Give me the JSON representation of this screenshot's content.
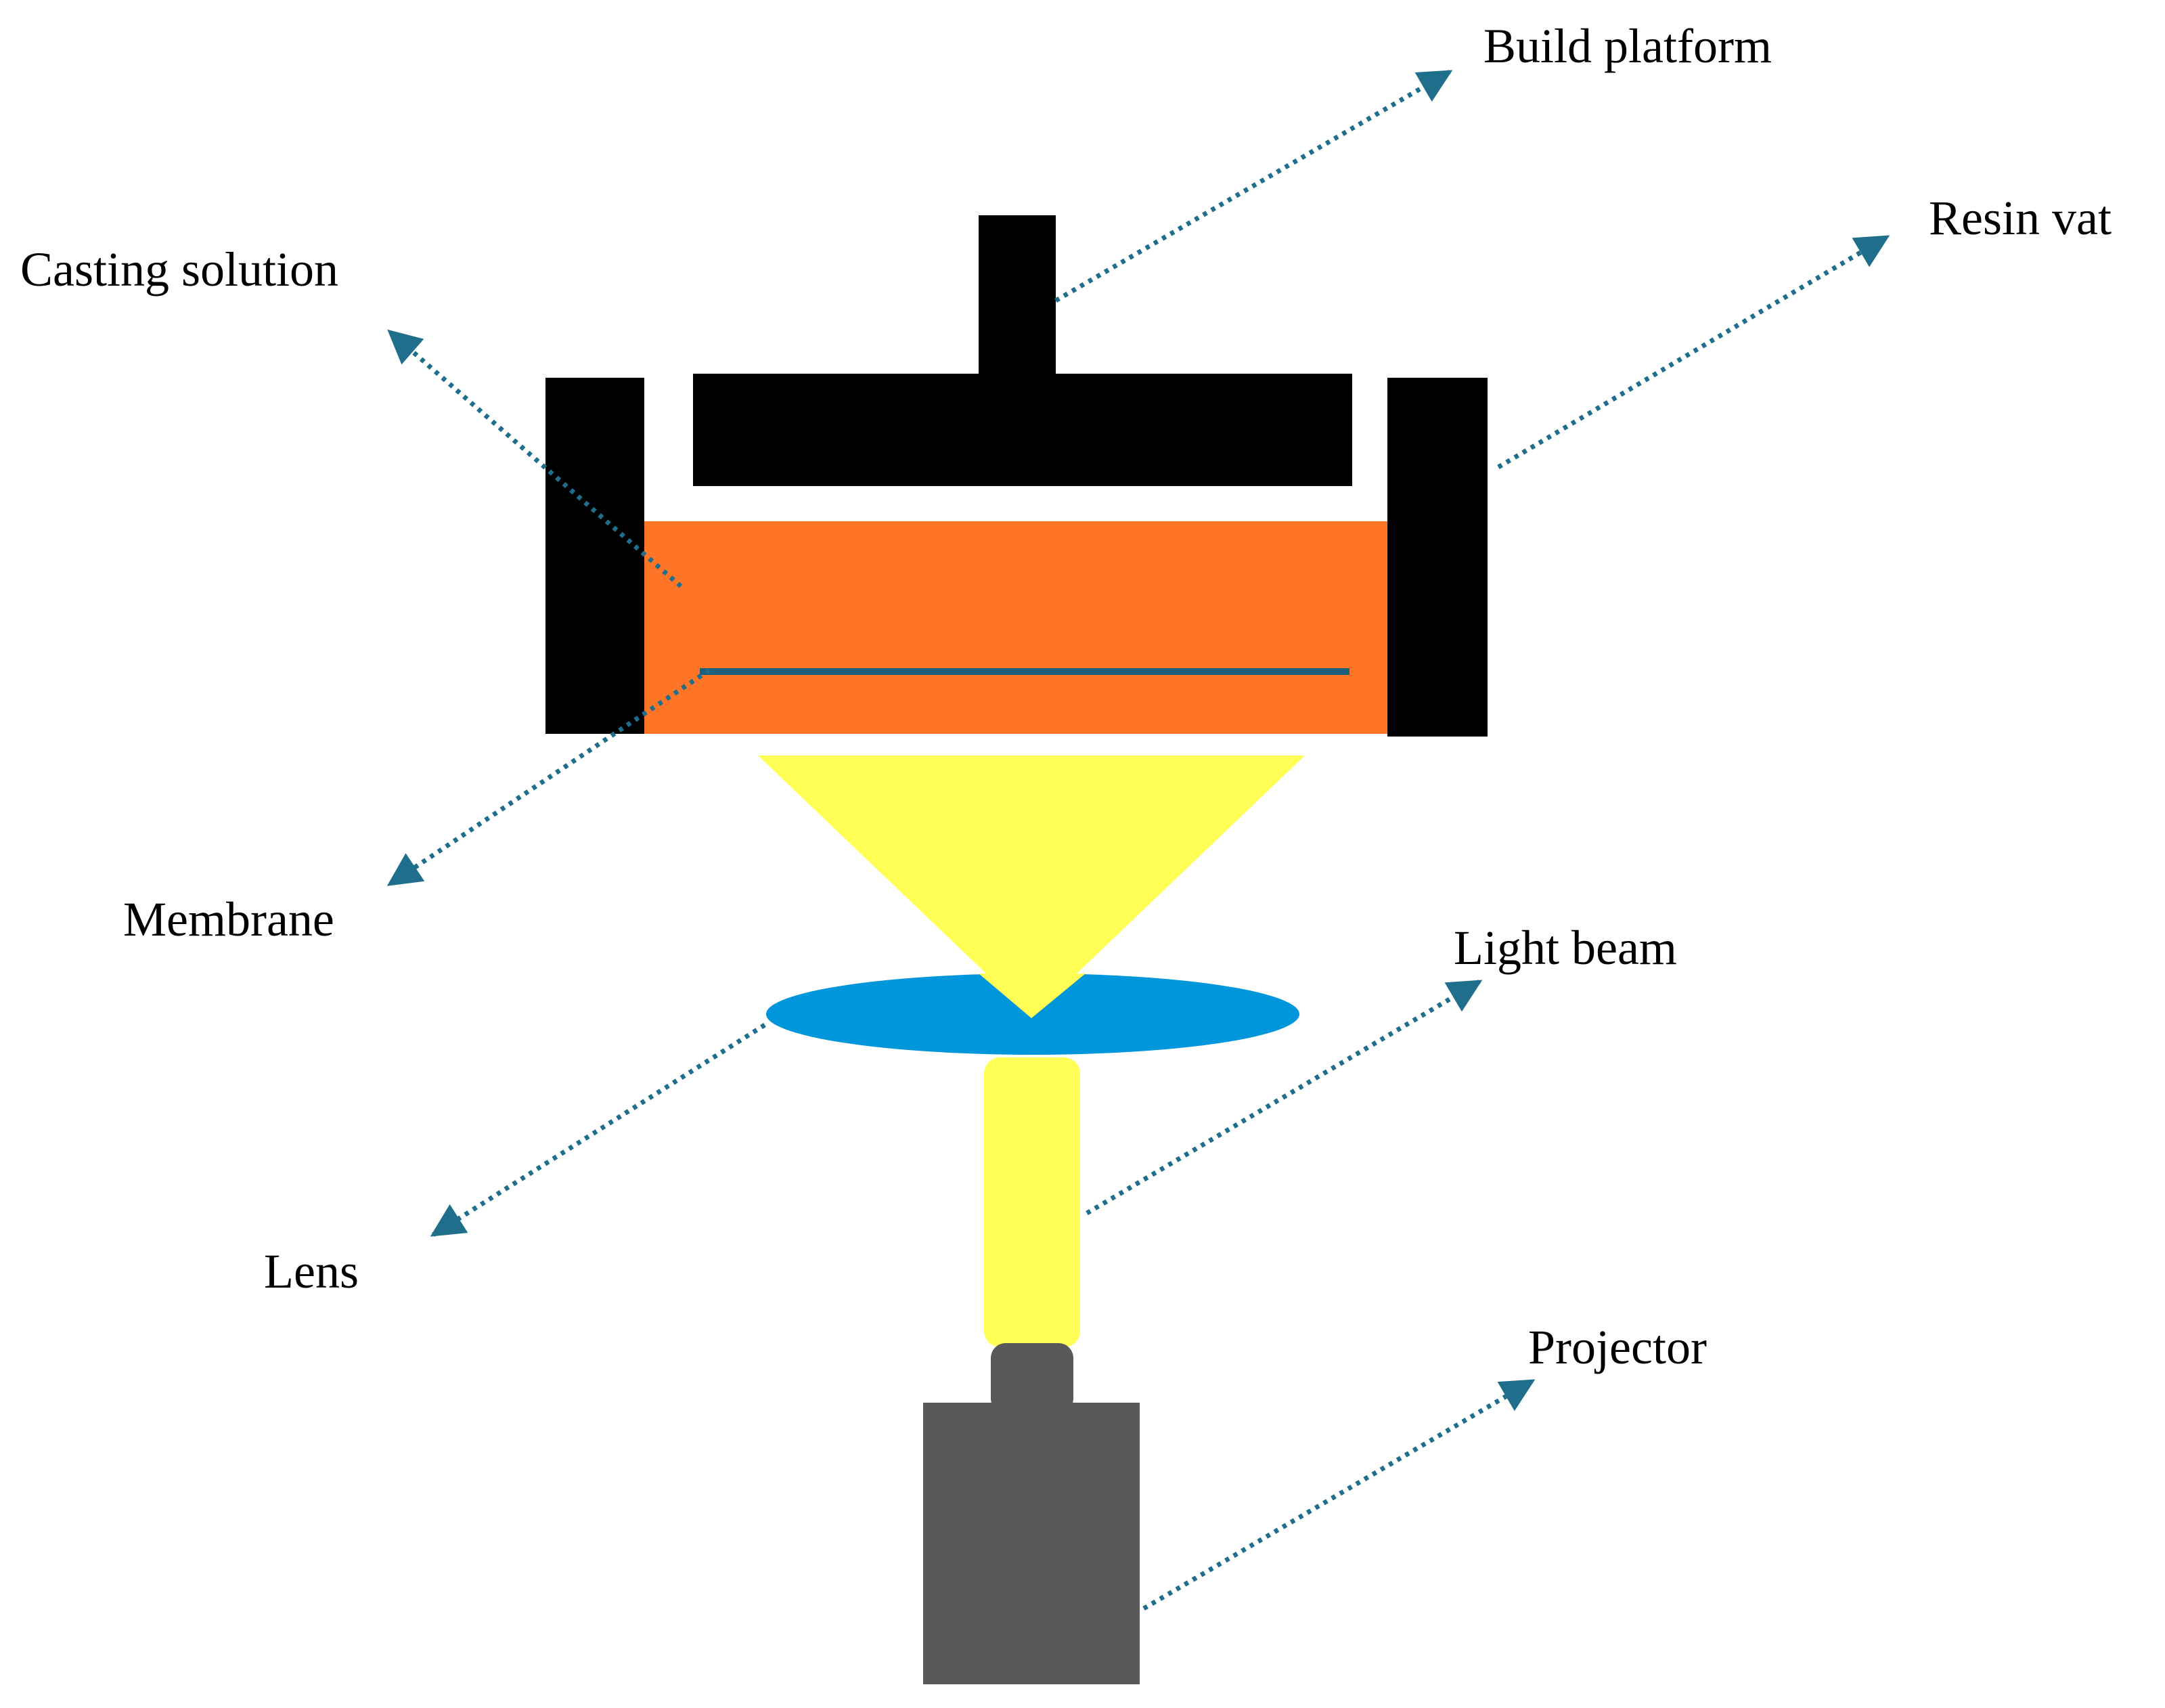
{
  "labels": {
    "build_platform": "Build platform",
    "resin_vat": "Resin vat",
    "casting_solution": "Casting solution",
    "membrane": "Membrane",
    "light_beam": "Light beam",
    "lens": "Lens",
    "projector": "Projector"
  },
  "colors": {
    "vat_walls": "#000000",
    "build_platform": "#000000",
    "casting_solution": "#FF7527",
    "membrane": "#1F5E7C",
    "light_cone": "#FFFF55",
    "lens": "#0096DC",
    "light_column": "#FFFF55",
    "projector_body": "#595959",
    "leader_arrows": "#1F6E8C"
  }
}
